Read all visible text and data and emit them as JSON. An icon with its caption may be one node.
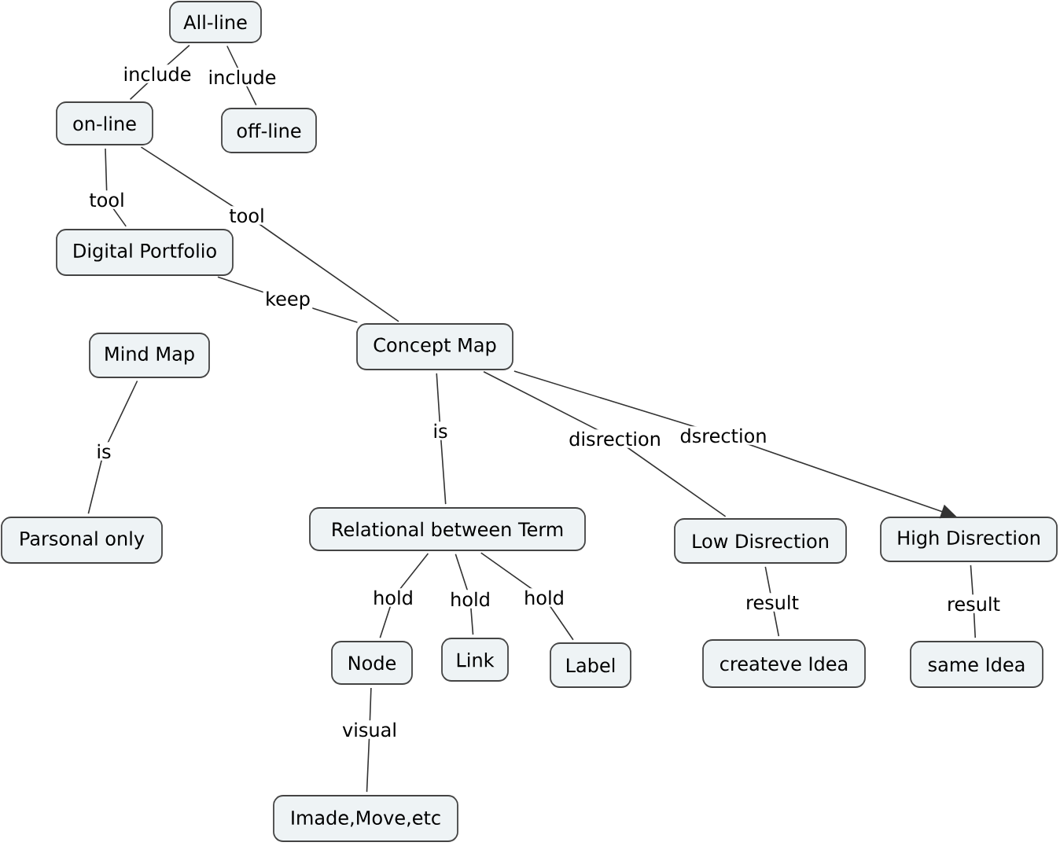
{
  "diagram": {
    "nodes": [
      {
        "text": [
          "All-line"
        ]
      },
      {
        "text": [
          "on-line"
        ]
      },
      {
        "text": [
          "off-line"
        ]
      },
      {
        "text": [
          "Digital Portfolio"
        ]
      },
      {
        "text": [
          "Concept Map"
        ]
      },
      {
        "text": [
          "Mind Map"
        ]
      },
      {
        "text": [
          "Parsonal only"
        ]
      },
      {
        "text": [
          "Relational between Term"
        ]
      },
      {
        "text": [
          "Low Disrection"
        ]
      },
      {
        "text": [
          "High Disrection"
        ]
      },
      {
        "text": [
          "Node"
        ]
      },
      {
        "text": [
          "Link"
        ]
      },
      {
        "text": [
          "Label"
        ]
      },
      {
        "text": [
          "createve Idea"
        ]
      },
      {
        "text": [
          "same Idea"
        ]
      },
      {
        "text": [
          "Imade,Move,etc"
        ]
      }
    ],
    "edges": [
      {
        "from": 0,
        "to": 1,
        "arrow": "none",
        "label": "include"
      },
      {
        "from": 0,
        "to": 2,
        "arrow": "none",
        "label": "include"
      },
      {
        "from": 1,
        "to": 3,
        "arrow": "none",
        "label": "tool"
      },
      {
        "from": 1,
        "to": 4,
        "arrow": "none",
        "label": "tool"
      },
      {
        "from": 3,
        "to": 4,
        "arrow": "none",
        "label": "keep"
      },
      {
        "from": 5,
        "to": 6,
        "arrow": "none",
        "label": "is"
      },
      {
        "from": 4,
        "to": 7,
        "arrow": "none",
        "label": "is"
      },
      {
        "from": 4,
        "to": 8,
        "arrow": "none",
        "label": "disrection"
      },
      {
        "from": 4,
        "to": 9,
        "arrow": "to",
        "label": "dsrection"
      },
      {
        "from": 7,
        "to": 10,
        "arrow": "none",
        "label": "hold"
      },
      {
        "from": 7,
        "to": 11,
        "arrow": "none",
        "label": "hold"
      },
      {
        "from": 7,
        "to": 12,
        "arrow": "none",
        "label": "hold"
      },
      {
        "from": 10,
        "to": 15,
        "arrow": "none",
        "label": "visual"
      },
      {
        "from": 8,
        "to": 13,
        "arrow": "none",
        "label": "result"
      },
      {
        "from": 9,
        "to": 14,
        "arrow": "none",
        "label": "result"
      }
    ]
  }
}
